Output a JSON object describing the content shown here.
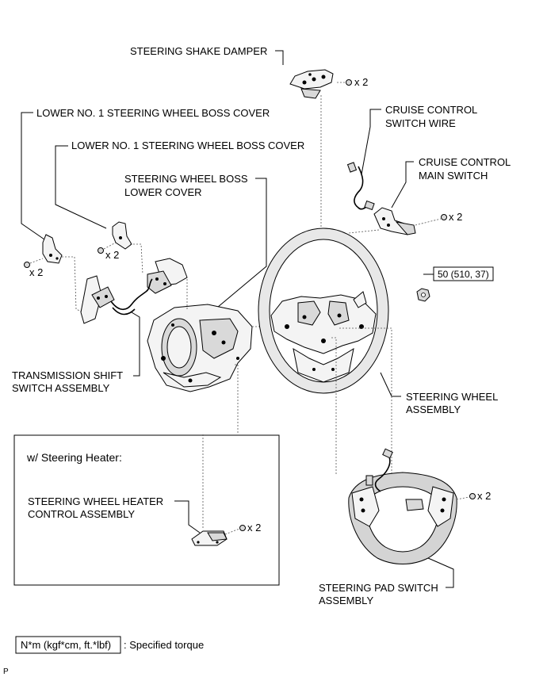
{
  "labels": {
    "steering_shake_damper": "STEERING SHAKE DAMPER",
    "lower_boss_cover_1": "LOWER NO. 1 STEERING WHEEL BOSS COVER",
    "lower_boss_cover_2": "LOWER NO. 1 STEERING WHEEL BOSS COVER",
    "boss_lower_cover_l1": "STEERING WHEEL BOSS",
    "boss_lower_cover_l2": "LOWER COVER",
    "cruise_wire_l1": "CRUISE CONTROL",
    "cruise_wire_l2": "SWITCH WIRE",
    "cruise_main_l1": "CRUISE CONTROL",
    "cruise_main_l2": "MAIN SWITCH",
    "torque_value": "50 (510, 37)",
    "transmission_l1": "TRANSMISSION SHIFT",
    "transmission_l2": "SWITCH ASSEMBLY",
    "wheel_l1": "STEERING WHEEL",
    "wheel_l2": "ASSEMBLY",
    "heater_box_title": "w/ Steering Heater:",
    "heater_l1": "STEERING WHEEL HEATER",
    "heater_l2": "CONTROL ASSEMBLY",
    "pad_l1": "STEERING PAD SWITCH",
    "pad_l2": "ASSEMBLY"
  },
  "quantities": {
    "shake_damper": "x 2",
    "cruise_main": "x 2",
    "boss_cover_left": "x 2",
    "boss_cover_right": "x 2",
    "heater": "x 2",
    "pad": "x 2"
  },
  "legend": {
    "unit": "N*m (kgf*cm, ft.*lbf)",
    "text": ": Specified torque"
  },
  "corner_code": "P"
}
